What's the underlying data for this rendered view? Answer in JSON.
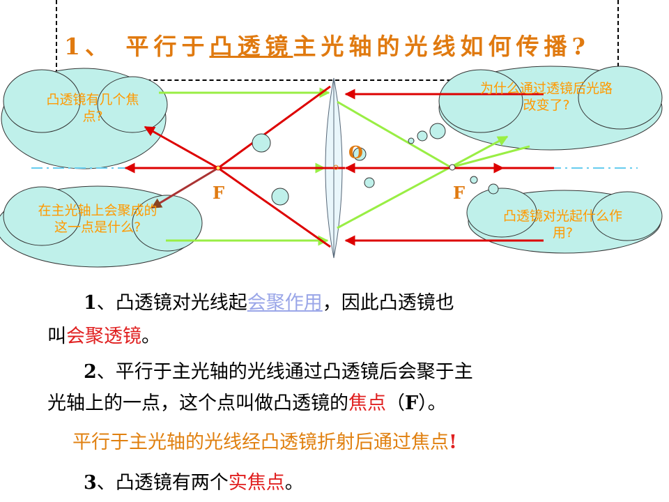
{
  "title": {
    "prefix": "1、 平行于",
    "underlined": "凸透镜",
    "suffix": "主光轴的光线如何传播?"
  },
  "clouds": {
    "top_left": "凸透镜有几个焦点?",
    "bottom_left": "在主光轴上会聚成的这一点是什么?",
    "top_right": "为什么通过透镜后光路改变了?",
    "bottom_right": "凸透镜对光起什么作用?"
  },
  "labels": {
    "center": "O",
    "focus_left": "F",
    "focus_right": "F"
  },
  "colors": {
    "green_ray": "#99ee44",
    "red_ray": "#dd0000",
    "axis": "#66ccee",
    "cloud_fill": "#bff0ea",
    "cloud_text": "#ff9900",
    "title": "#e07a10"
  },
  "paragraphs": {
    "p1": {
      "num": "1",
      "text_a": "、凸透镜对光线起",
      "link": "会聚作用",
      "text_b": "，因此凸透镜也",
      "line2_a": "叫",
      "line2_red": "会聚透镜",
      "line2_b": "。"
    },
    "p2": {
      "num": "2",
      "text_a": "、平行于主光轴的光线通过凸透镜后会聚于主",
      "line2_a": "光轴上的一点，这个点叫做凸透镜的",
      "line2_red": "焦点",
      "line2_b": "（",
      "line2_f": "F",
      "line2_c": "）。"
    },
    "p3": {
      "text": "平行于主光轴的光线经凸透镜折射后通过焦点",
      "bang": "!"
    },
    "p4": {
      "num": "3",
      "text_a": "、凸透镜有两个",
      "red": "实焦点",
      "text_b": "。"
    }
  }
}
